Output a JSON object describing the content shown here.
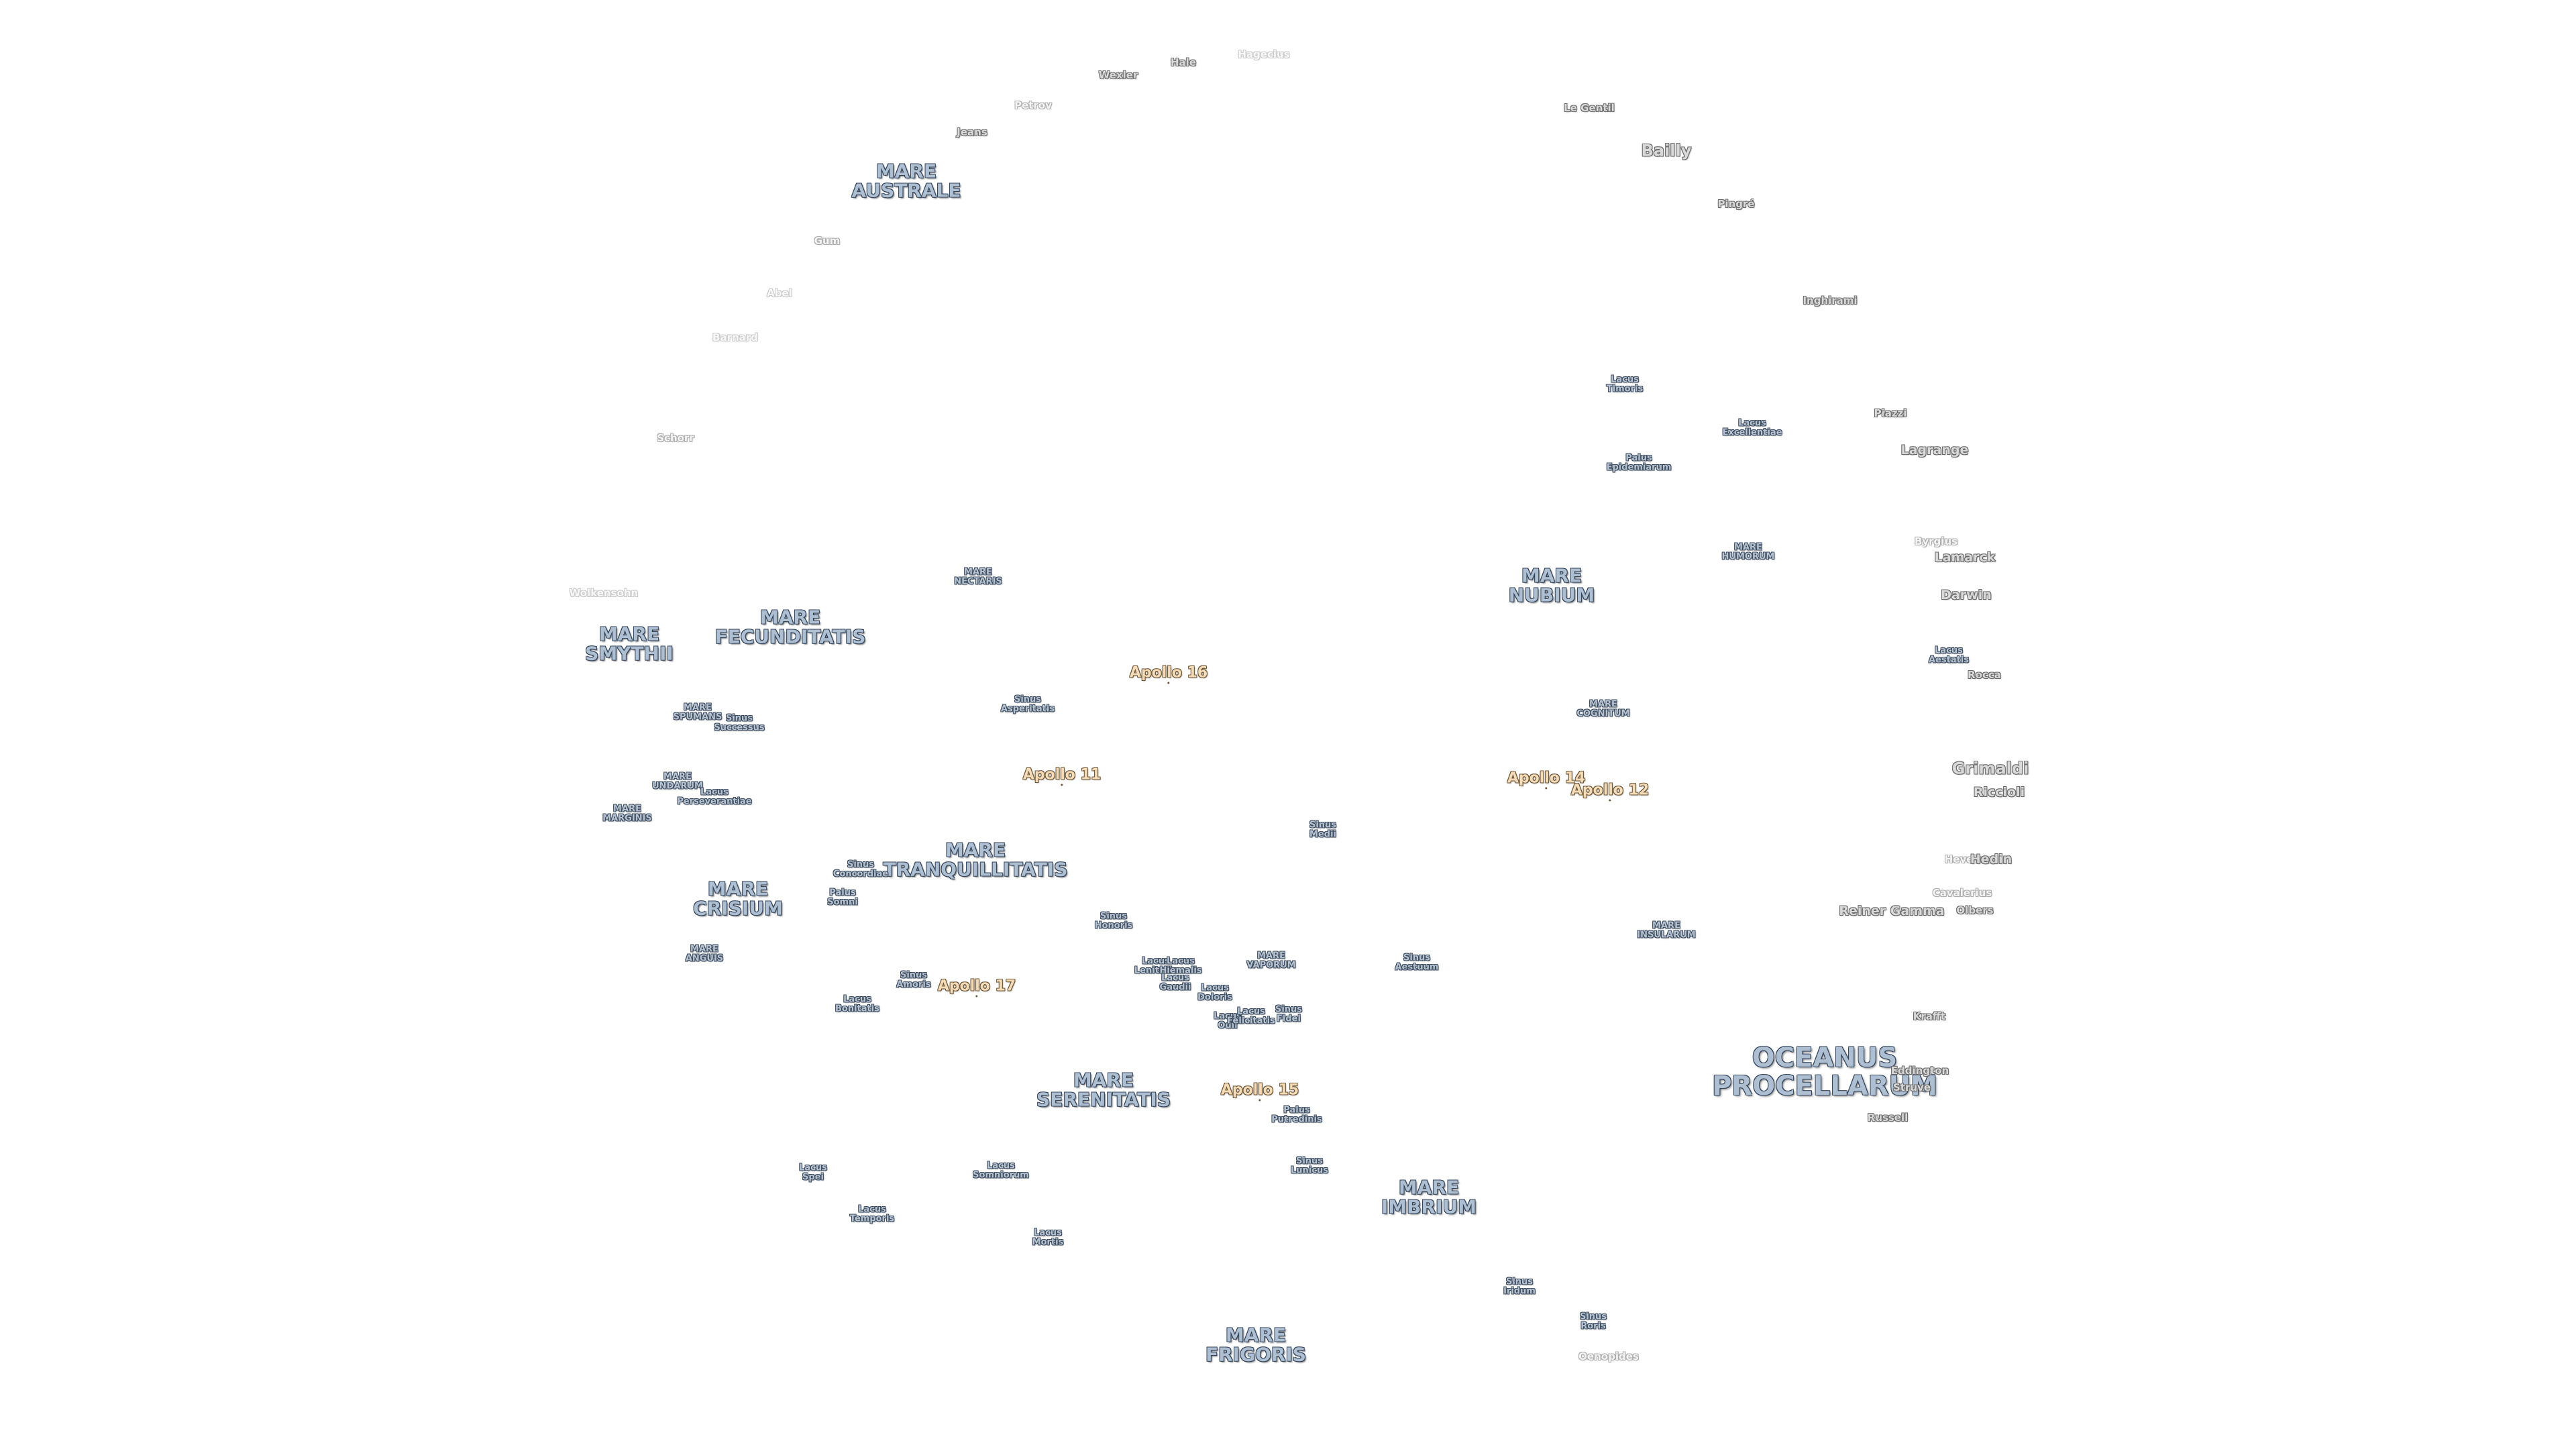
{
  "labels": [
    {
      "id": "mare-australe",
      "text": "MARE\nAUSTRALE",
      "kind": "mare"
    },
    {
      "id": "mare-nectaris",
      "text": "MARE\nNECTARIS",
      "kind": "small"
    },
    {
      "id": "mare-fecunditatis",
      "text": "MARE\nFECUNDITATIS",
      "kind": "mare"
    },
    {
      "id": "mare-smythii",
      "text": "MARE\nSMYTHII",
      "kind": "mare"
    },
    {
      "id": "mare-spumans",
      "text": "MARE\nSPUMANS",
      "kind": "small"
    },
    {
      "id": "sinus-successus",
      "text": "Sinus\nSuccessus",
      "kind": "small"
    },
    {
      "id": "mare-undarum",
      "text": "MARE\nUNDARUM",
      "kind": "small"
    },
    {
      "id": "lacus-perseverantiae",
      "text": "Lacus\nPerseverantiae",
      "kind": "small"
    },
    {
      "id": "mare-marginis",
      "text": "MARE\nMARGINIS",
      "kind": "small"
    },
    {
      "id": "mare-crisium",
      "text": "MARE\nCRISIUM",
      "kind": "mare"
    },
    {
      "id": "mare-anguis",
      "text": "MARE\nANGUIS",
      "kind": "small"
    },
    {
      "id": "sinus-asperitatis",
      "text": "Sinus\nAsperitatis",
      "kind": "small"
    },
    {
      "id": "mare-tranquillitatis",
      "text": "MARE\nTRANQUILLITATIS",
      "kind": "mare"
    },
    {
      "id": "sinus-concordiae",
      "text": "Sinus\nConcordiae",
      "kind": "small"
    },
    {
      "id": "palus-somni",
      "text": "Palus\nSomni",
      "kind": "small"
    },
    {
      "id": "sinus-amoris",
      "text": "Sinus\nAmoris",
      "kind": "small"
    },
    {
      "id": "lacus-bonitatis",
      "text": "Lacus\nBonitatis",
      "kind": "small"
    },
    {
      "id": "mare-serenitatis",
      "text": "MARE\nSERENITATIS",
      "kind": "mare"
    },
    {
      "id": "lacus-somniorum",
      "text": "Lacus\nSomniorum",
      "kind": "small"
    },
    {
      "id": "lacus-spei",
      "text": "Lacus\nSpei",
      "kind": "small"
    },
    {
      "id": "lacus-temporis",
      "text": "Lacus\nTemporis",
      "kind": "small"
    },
    {
      "id": "lacus-mortis",
      "text": "Lacus\nMortis",
      "kind": "small"
    },
    {
      "id": "mare-frigoris",
      "text": "MARE\nFRIGORIS",
      "kind": "mare"
    },
    {
      "id": "mare-imbrium",
      "text": "MARE\nIMBRIUM",
      "kind": "mare"
    },
    {
      "id": "sinus-iridum",
      "text": "Sinus\nIridum",
      "kind": "small"
    },
    {
      "id": "sinus-roris",
      "text": "Sinus\nRoris",
      "kind": "small"
    },
    {
      "id": "sinus-honoris",
      "text": "Sinus\nHonoris",
      "kind": "small"
    },
    {
      "id": "lacus-lenitatis",
      "text": "Lacus\nLenitatis",
      "kind": "small"
    },
    {
      "id": "lacus-hiemalis",
      "text": "Lacus\nHiemalis",
      "kind": "small"
    },
    {
      "id": "lacus-gaudii",
      "text": "Lacus\nGaudii",
      "kind": "small"
    },
    {
      "id": "lacus-doloris",
      "text": "Lacus\nDoloris",
      "kind": "small"
    },
    {
      "id": "lacus-odii",
      "text": "Lacus\nOdii",
      "kind": "small"
    },
    {
      "id": "lacus-felicitatis",
      "text": "Lacus\nFelicitatis",
      "kind": "small"
    },
    {
      "id": "sinus-fidei",
      "text": "Sinus\nFidei",
      "kind": "small"
    },
    {
      "id": "mare-vaporum",
      "text": "MARE\nVAPORUM",
      "kind": "small"
    },
    {
      "id": "palus-putredinis",
      "text": "Palus\nPutredinis",
      "kind": "small"
    },
    {
      "id": "sinus-lunicus",
      "text": "Sinus\nLunicus",
      "kind": "small"
    },
    {
      "id": "sinus-medii",
      "text": "Sinus\nMedii",
      "kind": "small"
    },
    {
      "id": "sinus-aestuum",
      "text": "Sinus\nAestuum",
      "kind": "small"
    },
    {
      "id": "mare-insularum",
      "text": "MARE\nINSULARUM",
      "kind": "small"
    },
    {
      "id": "mare-cognitum",
      "text": "MARE\nCOGNITUM",
      "kind": "small"
    },
    {
      "id": "mare-nubium",
      "text": "MARE\nNUBIUM",
      "kind": "mare"
    },
    {
      "id": "palus-epidemiarum",
      "text": "Palus\nEpidemiarum",
      "kind": "small"
    },
    {
      "id": "lacus-timoris",
      "text": "Lacus\nTimoris",
      "kind": "small"
    },
    {
      "id": "lacus-excellentiae",
      "text": "Lacus\nExcellentiae",
      "kind": "small"
    },
    {
      "id": "mare-humorum",
      "text": "MARE\nHUMORUM",
      "kind": "small"
    },
    {
      "id": "lacus-aestatis",
      "text": "Lacus\nAestatis",
      "kind": "small"
    },
    {
      "id": "oceanus-procellarum",
      "text": "OCEANUS\nPROCELLARUM",
      "kind": "ocean"
    },
    {
      "id": "apollo-11",
      "text": "Apollo 11",
      "kind": "apollo"
    },
    {
      "id": "apollo-12",
      "text": "Apollo 12",
      "kind": "apollo"
    },
    {
      "id": "apollo-14",
      "text": "Apollo 14",
      "kind": "apollo"
    },
    {
      "id": "apollo-15",
      "text": "Apollo 15",
      "kind": "apollo"
    },
    {
      "id": "apollo-16",
      "text": "Apollo 16",
      "kind": "apollo"
    },
    {
      "id": "apollo-17",
      "text": "Apollo 17",
      "kind": "apollo"
    },
    {
      "id": "crater-bailly",
      "text": "Bailly",
      "kind": "crater big"
    },
    {
      "id": "crater-le-gentil",
      "text": "Le Gentil",
      "kind": "crater"
    },
    {
      "id": "crater-pingre",
      "text": "Pingré",
      "kind": "crater"
    },
    {
      "id": "crater-inghirami",
      "text": "Inghirami",
      "kind": "crater"
    },
    {
      "id": "crater-piazzi",
      "text": "Piazzi",
      "kind": "crater"
    },
    {
      "id": "crater-lagrange",
      "text": "Lagrange",
      "kind": "crater mid"
    },
    {
      "id": "crater-byrgius",
      "text": "Byrgius",
      "kind": "crater faint"
    },
    {
      "id": "crater-lamarck",
      "text": "Lamarck",
      "kind": "crater mid"
    },
    {
      "id": "crater-darwin",
      "text": "Darwin",
      "kind": "crater mid"
    },
    {
      "id": "crater-rocca",
      "text": "Rocca",
      "kind": "crater"
    },
    {
      "id": "crater-grimaldi",
      "text": "Grimaldi",
      "kind": "crater big"
    },
    {
      "id": "crater-riccioli",
      "text": "Riccioli",
      "kind": "crater mid"
    },
    {
      "id": "crater-hevelius",
      "text": "Hevelius",
      "kind": "crater faint"
    },
    {
      "id": "crater-hedin",
      "text": "Hedin",
      "kind": "crater mid"
    },
    {
      "id": "crater-cavalerius",
      "text": "Cavalerius",
      "kind": "crater faint"
    },
    {
      "id": "crater-reiner-gamma",
      "text": "Reiner Gamma",
      "kind": "crater mid"
    },
    {
      "id": "crater-olbers",
      "text": "Olbers",
      "kind": "crater"
    },
    {
      "id": "crater-krafft",
      "text": "Krafft",
      "kind": "crater"
    },
    {
      "id": "crater-eddington",
      "text": "Eddington",
      "kind": "crater"
    },
    {
      "id": "crater-struve",
      "text": "Struve",
      "kind": "crater"
    },
    {
      "id": "crater-russell",
      "text": "Russell",
      "kind": "crater"
    },
    {
      "id": "crater-oenopides",
      "text": "Oenopides",
      "kind": "crater faint"
    },
    {
      "id": "crater-hale",
      "text": "Hale",
      "kind": "crater"
    },
    {
      "id": "crater-wexler",
      "text": "Wexler",
      "kind": "crater"
    },
    {
      "id": "crater-hagecius",
      "text": "Hagecius",
      "kind": "crater faint faint2"
    },
    {
      "id": "crater-petrov",
      "text": "Petrov",
      "kind": "crater faint"
    },
    {
      "id": "crater-jeans",
      "text": "Jeans",
      "kind": "crater"
    },
    {
      "id": "crater-gum",
      "text": "Gum",
      "kind": "crater faint"
    },
    {
      "id": "crater-abel",
      "text": "Abel",
      "kind": "crater faint faint2"
    },
    {
      "id": "crater-barnard",
      "text": "Barnard",
      "kind": "crater faint faint2"
    },
    {
      "id": "crater-schorr",
      "text": "Schorr",
      "kind": "crater faint"
    },
    {
      "id": "crater-mare-anguis-faint",
      "text": "Wolkensohn",
      "kind": "crater faint faint2"
    }
  ]
}
